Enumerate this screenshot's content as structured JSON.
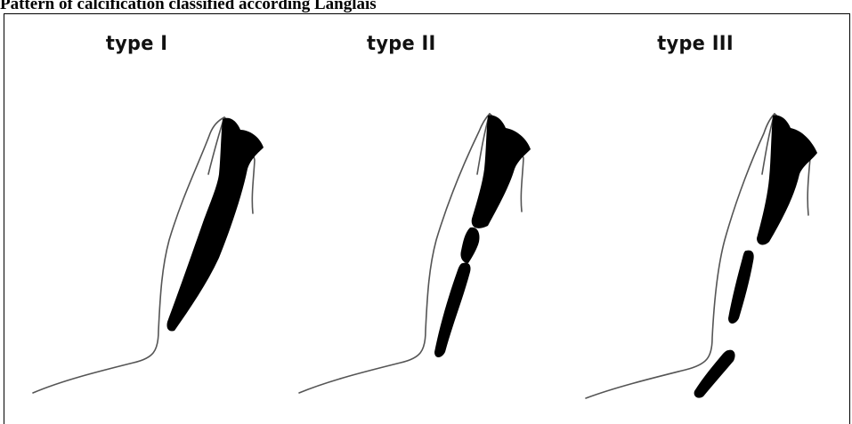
{
  "figure": {
    "caption": "Pattern of calcification classified according Langlais"
  },
  "panels": [
    {
      "title": "type I"
    },
    {
      "title": "type II"
    },
    {
      "title": "type III"
    }
  ],
  "colors": {
    "outline": "#555555",
    "calcification": "#000000",
    "background": "#ffffff"
  }
}
